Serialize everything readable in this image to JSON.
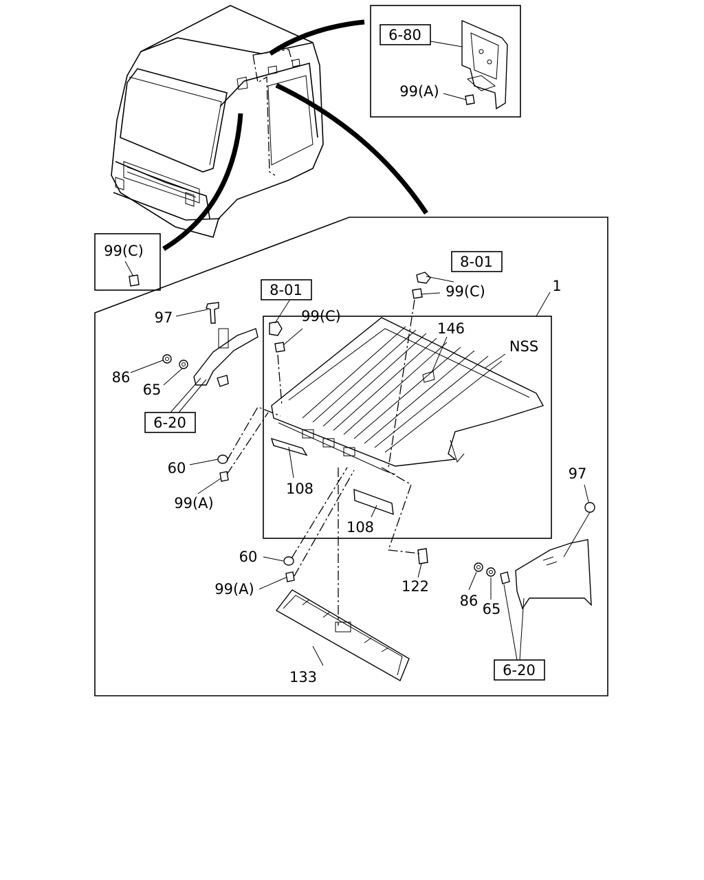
{
  "labels": {
    "ref_6_80": "6-80",
    "ref_8_01_left": "8-01",
    "ref_8_01_right": "8-01",
    "ref_6_20_left": "6-20",
    "ref_6_20_right": "6-20",
    "p99a_inset": "99(A)",
    "p99c_inset": "99(C)",
    "p99c_left": "99(C)",
    "p99c_right": "99(C)",
    "p1": "1",
    "p146": "146",
    "nss": "NSS",
    "p97_left": "97",
    "p86_left": "86",
    "p65_left": "65",
    "p60_upper": "60",
    "p99a_upper": "99(A)",
    "p108_left": "108",
    "p108_right": "108",
    "p60_lower": "60",
    "p99a_lower": "99(A)",
    "p122": "122",
    "p97_right": "97",
    "p86_right": "86",
    "p65_right": "65",
    "p133": "133"
  }
}
